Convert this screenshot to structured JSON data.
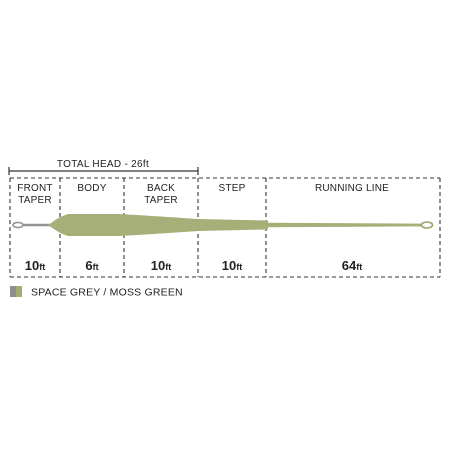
{
  "total_head": {
    "label": "TOTAL HEAD - 26ft"
  },
  "segments": [
    {
      "label_lines": [
        "FRONT",
        "TAPER"
      ],
      "length_value": "10",
      "length_unit": "ft"
    },
    {
      "label_lines": [
        "BODY"
      ],
      "length_value": "6",
      "length_unit": "ft"
    },
    {
      "label_lines": [
        "BACK",
        "TAPER"
      ],
      "length_value": "10",
      "length_unit": "ft"
    },
    {
      "label_lines": [
        "STEP"
      ],
      "length_value": "10",
      "length_unit": "ft"
    },
    {
      "label_lines": [
        "RUNNING LINE"
      ],
      "length_value": "64",
      "length_unit": "ft"
    }
  ],
  "legend": {
    "label": "SPACE GREY / MOSS GREEN",
    "colors": {
      "grey": "#8c8f8f",
      "green": "#a3ad73"
    }
  },
  "colors": {
    "line_green": "#a6af78",
    "line_grey": "#8f9393",
    "dash": "#333333",
    "text": "#222222"
  }
}
